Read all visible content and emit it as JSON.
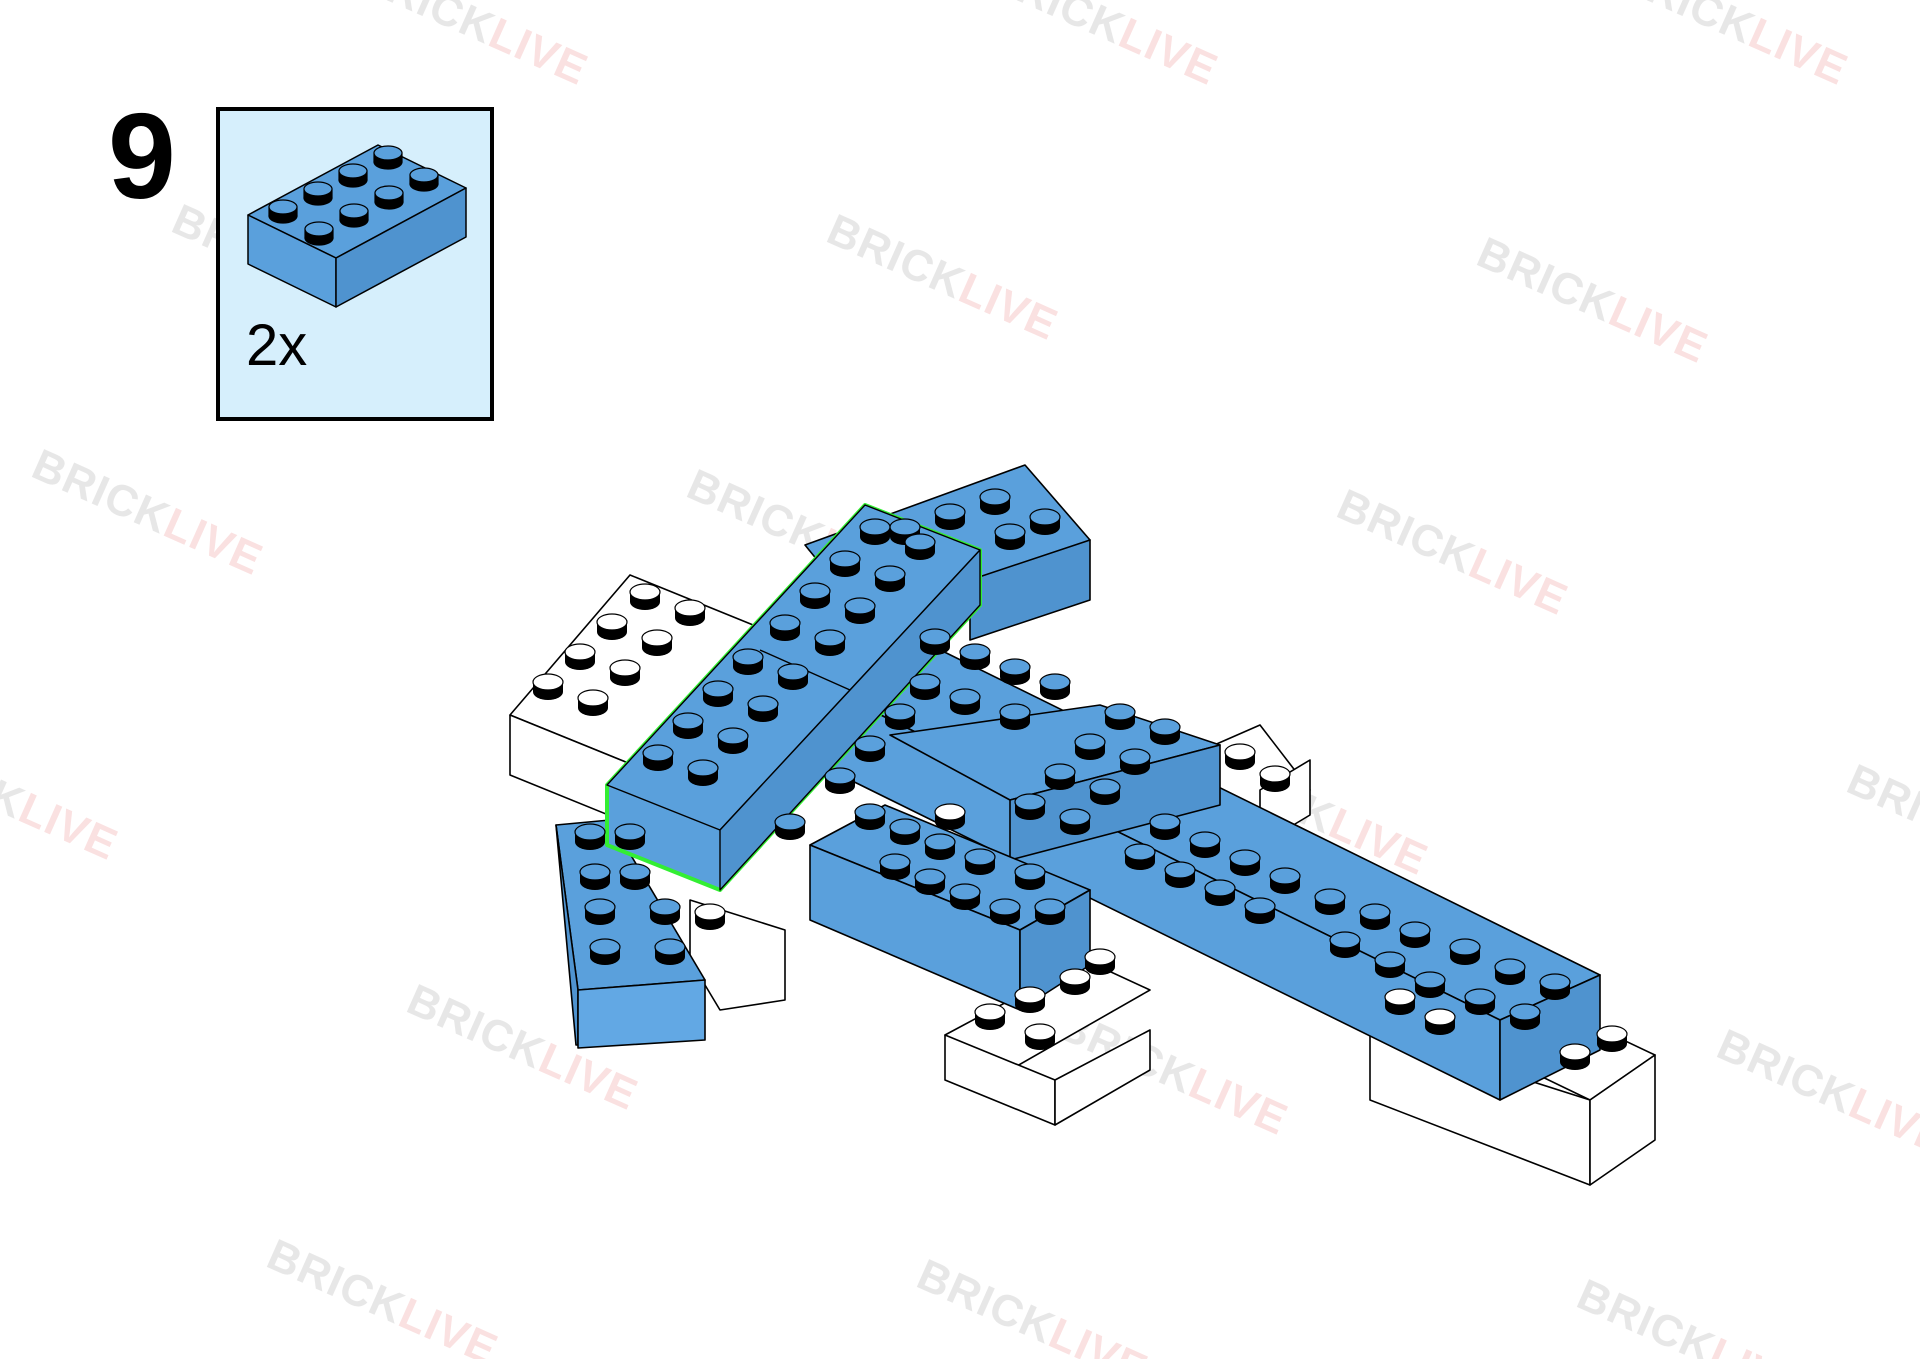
{
  "step": {
    "number": "9"
  },
  "parts_list": {
    "items": [
      {
        "quantity": "2x",
        "part": "brick-2x4",
        "color": "#5aa0dc"
      }
    ]
  },
  "watermark": {
    "part1": "BRICK",
    "part2": "LIVE",
    "color1": "#b8b8b8",
    "color2": "#f2a3a3"
  },
  "colors": {
    "blue_brick": "#5aa0dc",
    "white_brick": "#ffffff",
    "highlight_outline": "#33ee33",
    "parts_box_background": "#d6effc"
  }
}
